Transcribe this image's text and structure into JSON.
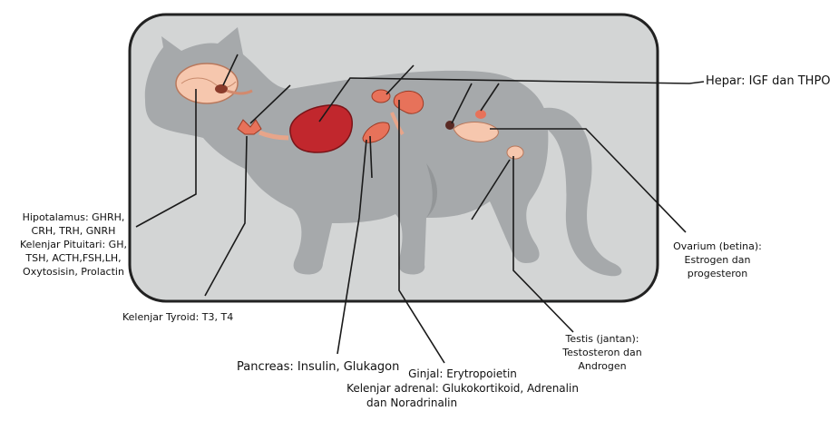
{
  "labels": {
    "hepar": "Hepar: IGF dan THPO",
    "hipotalamus": [
      "Hipotalamus: GHRH,",
      "CRH, TRH, GNRH",
      "Kelenjar Pituitari: GH,",
      "TSH, ACTH,FSH,LH,",
      "Oxytosisin, Prolactin"
    ],
    "tyroid": "Kelenjar Tyroid:  T3, T4",
    "pancreas": "Pancreas: Insulin, Glukagon",
    "ginjal": "Ginjal: Erytropoietin",
    "adrenal": [
      "Kelenjar adrenal: Glukokortikoid, Adrenalin",
      "dan Noradrinalin"
    ],
    "ovarium": [
      "Ovarium (betina):",
      "Estrogen dan",
      "progesteron"
    ],
    "testis": [
      "Testis (jantan):",
      "Testosteron dan",
      "Androgen"
    ]
  },
  "colors": {
    "frame_fill": "#d3d5d5",
    "frame_stroke": "#222222",
    "cat_fill": "#a6a9ab",
    "organ_peach": "#f6c7ae",
    "organ_red": "#c1272d",
    "organ_pink": "#e7725a",
    "leader": "#1a1a1a"
  }
}
